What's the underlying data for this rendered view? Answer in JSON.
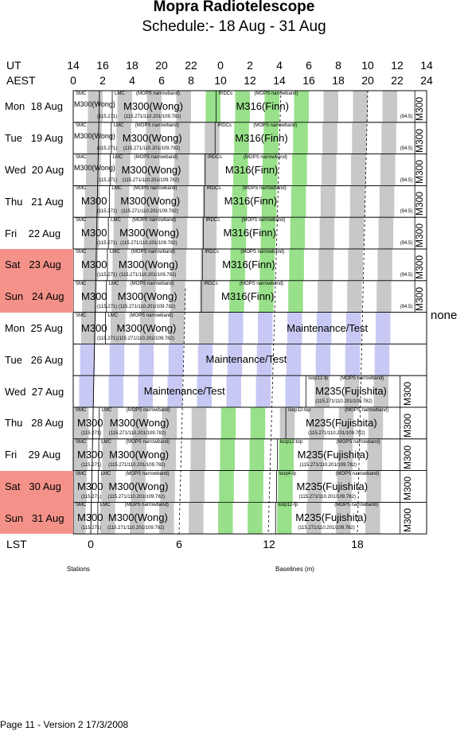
{
  "title": "Mopra Radiotelescope",
  "subtitle": "Schedule:- 18 Aug - 31 Aug",
  "axis": {
    "ut_label": "UT",
    "aest_label": "AEST",
    "lst_label": "LST",
    "ut_ticks": [
      "14",
      "16",
      "18",
      "20",
      "22",
      "0",
      "2",
      "4",
      "6",
      "8",
      "10",
      "12",
      "14"
    ],
    "aest_ticks": [
      "0",
      "2",
      "4",
      "6",
      "8",
      "10",
      "12",
      "14",
      "16",
      "18",
      "20",
      "22",
      "24"
    ],
    "lst_ticks": [
      "0",
      "6",
      "12",
      "18"
    ]
  },
  "days": [
    {
      "label": "Mon  18 Aug",
      "weekend": false
    },
    {
      "label": "Tue   19 Aug",
      "weekend": false
    },
    {
      "label": "Wed  20 Aug",
      "weekend": false
    },
    {
      "label": "Thu   21 Aug",
      "weekend": false
    },
    {
      "label": "Fri    22 Aug",
      "weekend": false
    },
    {
      "label": "Sat   23 Aug",
      "weekend": true
    },
    {
      "label": "Sun   24 Aug",
      "weekend": true
    },
    {
      "label": "Mon  25 Aug",
      "weekend": false
    },
    {
      "label": "Tue   26 Aug",
      "weekend": false
    },
    {
      "label": "Wed  27 Aug",
      "weekend": false
    },
    {
      "label": "Thu   28 Aug",
      "weekend": false
    },
    {
      "label": "Fri    29 Aug",
      "weekend": false
    },
    {
      "label": "Sat   30 Aug",
      "weekend": true
    },
    {
      "label": "Sun   31 Aug",
      "weekend": true
    }
  ],
  "text": {
    "smc": "SMC",
    "lmc": "LMC",
    "mops": "(MOPS narrowband)",
    "irdc": "IRDCs",
    "m300": "M300",
    "m300wong": "M300(Wong)",
    "m316": "M316(Finn)",
    "m235": "M235(Fujishita)",
    "maint": "Maintenance/Test",
    "none": "none",
    "freq1": "(115.271)",
    "freq2": "(115.271/110.201/109.782)",
    "freq3": "(94.5)",
    "loop12fp": "loop12-fp",
    "loop12top": "loop12-top",
    "loop4fp": "loop4-fp"
  },
  "footer": {
    "stations": "Stations",
    "baselines": "Baselines (m)",
    "version": "Page 11 - Version 2  17/3/2008"
  },
  "colors": {
    "grey": "#c8c8c8",
    "green": "#98e08a",
    "blue": "#c8c8f4",
    "weekend": "#f4928a"
  }
}
